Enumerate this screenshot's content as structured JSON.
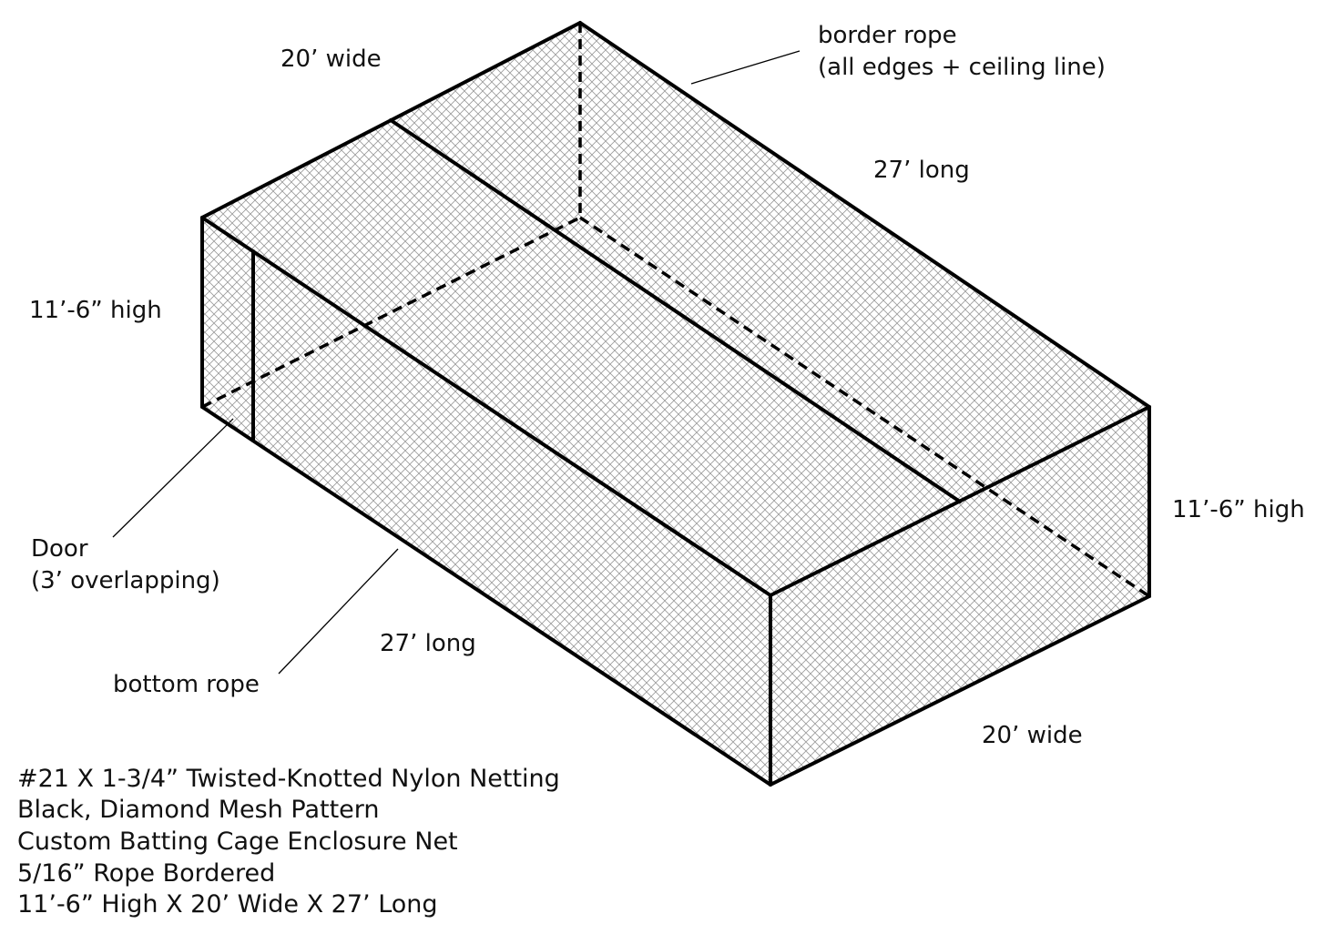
{
  "colors": {
    "rope": "#000000",
    "mesh": "#9a9a9a",
    "background": "#ffffff"
  },
  "labels": {
    "top_width": "20’ wide",
    "border_rope_line1": "border rope",
    "border_rope_line2": "(all edges + ceiling line)",
    "top_length": "27’ long",
    "left_height": "11’-6” high",
    "right_height": "11’-6” high",
    "door_line1": "Door",
    "door_line2": "(3’ overlapping)",
    "bottom_length": "27’ long",
    "bottom_rope": "bottom rope",
    "bottom_width": "20’ wide"
  },
  "specs": {
    "line1": "#21 X 1-3/4” Twisted-Knotted Nylon Netting",
    "line2": "Black, Diamond Mesh Pattern",
    "line3": "Custom Batting Cage Enclosure Net",
    "line4": "5/16” Rope Bordered",
    "line5": "11’-6” High X 20’ Wide X 27’ Long"
  }
}
